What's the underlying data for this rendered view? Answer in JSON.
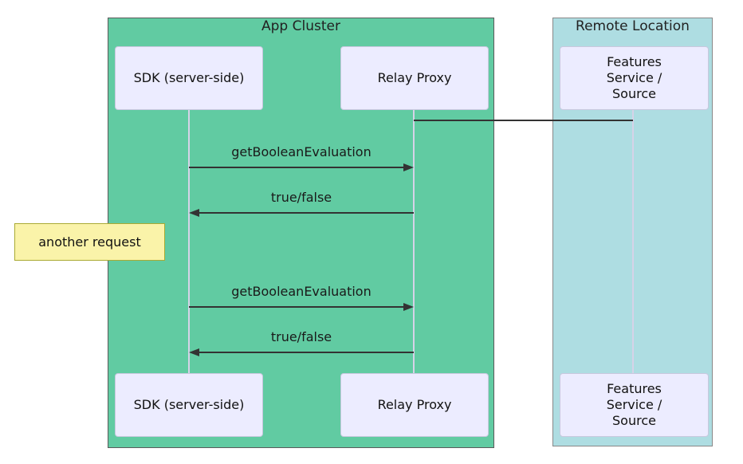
{
  "colors": {
    "green": "#61CBA2",
    "cyan": "#AEDDE2",
    "actor-fill": "#ECECFF",
    "actor-border": "#C8C8DE",
    "note-fill": "#FAF3A9",
    "note-border": "#AAAA33",
    "line": "#333333",
    "lifeline": "#D6D3E8",
    "text": "#1a1a1a"
  },
  "clusters": [
    {
      "label": "App Cluster"
    },
    {
      "label": "Remote Location"
    }
  ],
  "participants": [
    {
      "id": "sdk",
      "label": "SDK (server-side)"
    },
    {
      "id": "relay",
      "label": "Relay Proxy"
    },
    {
      "id": "features",
      "label": "Features Service / Source"
    }
  ],
  "messages": [
    {
      "from": "Relay Proxy",
      "to": "Features Service / Source",
      "label": "",
      "arrow": "none"
    },
    {
      "from": "SDK (server-side)",
      "to": "Relay Proxy",
      "label": "getBooleanEvaluation",
      "arrow": "filled-right"
    },
    {
      "from": "Relay Proxy",
      "to": "SDK (server-side)",
      "label": "true/false",
      "arrow": "filled-left"
    },
    {
      "from": "SDK (server-side)",
      "to": "Relay Proxy",
      "label": "getBooleanEvaluation",
      "arrow": "filled-right"
    },
    {
      "from": "Relay Proxy",
      "to": "SDK (server-side)",
      "label": "true/false",
      "arrow": "filled-left"
    }
  ],
  "note": {
    "text": "another request",
    "position": "left of SDK (server-side)"
  }
}
